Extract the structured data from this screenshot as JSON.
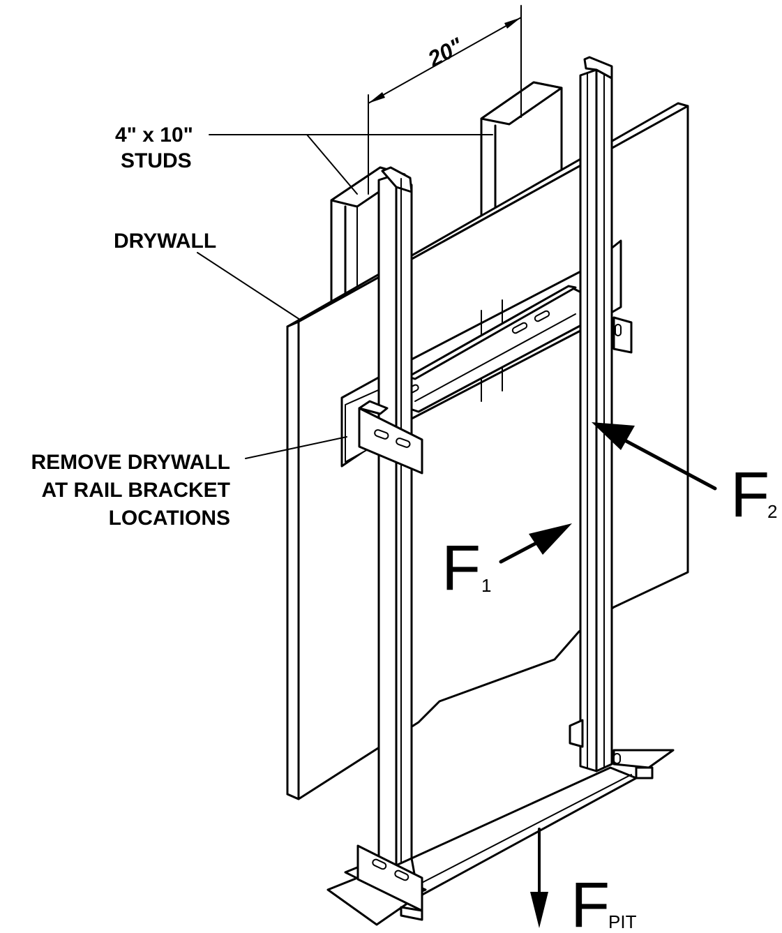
{
  "labels": {
    "studs_line1": "4\" x 10\"",
    "studs_line2": "STUDS",
    "drywall": "DRYWALL",
    "remove_line1": "REMOVE DRYWALL",
    "remove_line2": "AT RAIL BRACKET",
    "remove_line3": "LOCATIONS",
    "dimension": "20\""
  },
  "forces": {
    "f1": {
      "symbol": "F",
      "subscript": "1"
    },
    "f2": {
      "symbol": "F",
      "subscript": "2"
    },
    "fpit": {
      "symbol": "F",
      "subscript": "PIT"
    }
  }
}
